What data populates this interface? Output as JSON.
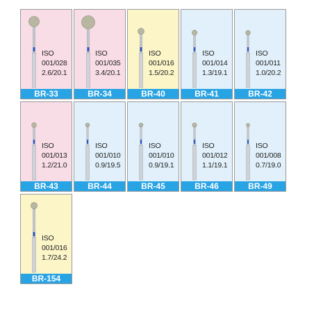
{
  "colors": {
    "label_bg": "#28a3e4",
    "pink": "#f9dde6",
    "yellow": "#fbf5c8",
    "blue": "#e1f0fa",
    "diamond_band": "#2f58c8"
  },
  "cards": [
    {
      "code": "BR-33",
      "iso": "ISO",
      "ref": "001/028",
      "dims": "2.6/20.1",
      "theme": "pink",
      "head": "ball-large"
    },
    {
      "code": "BR-34",
      "iso": "ISO",
      "ref": "001/035",
      "dims": "3.4/20.1",
      "theme": "pink",
      "head": "ball-xlarge"
    },
    {
      "code": "BR-40",
      "iso": "ISO",
      "ref": "001/016",
      "dims": "1.5/20.2",
      "theme": "yellow",
      "head": "ball-medium"
    },
    {
      "code": "BR-41",
      "iso": "ISO",
      "ref": "001/014",
      "dims": "1.3/19.1",
      "theme": "blue",
      "head": "ball-small"
    },
    {
      "code": "BR-42",
      "iso": "ISO",
      "ref": "001/011",
      "dims": "1.0/20.2",
      "theme": "blue",
      "head": "ball-small"
    },
    {
      "code": "BR-43",
      "iso": "ISO",
      "ref": "001/013",
      "dims": "1.2/21.0",
      "theme": "pink",
      "head": "ball-small"
    },
    {
      "code": "BR-44",
      "iso": "ISO",
      "ref": "001/010",
      "dims": "0.9/19.5",
      "theme": "blue",
      "head": "ball-tiny"
    },
    {
      "code": "BR-45",
      "iso": "ISO",
      "ref": "001/010",
      "dims": "0.9/19.1",
      "theme": "blue",
      "head": "ball-tiny"
    },
    {
      "code": "BR-46",
      "iso": "ISO",
      "ref": "001/012",
      "dims": "1.1/19.1",
      "theme": "blue",
      "head": "ball-small"
    },
    {
      "code": "BR-49",
      "iso": "ISO",
      "ref": "001/008",
      "dims": "0.7/19.0",
      "theme": "blue",
      "head": "ball-tiny"
    },
    {
      "code": "BR-154",
      "iso": "ISO",
      "ref": "001/016",
      "dims": "1.7/24.2",
      "theme": "yellow",
      "head": "ball-medium"
    }
  ]
}
